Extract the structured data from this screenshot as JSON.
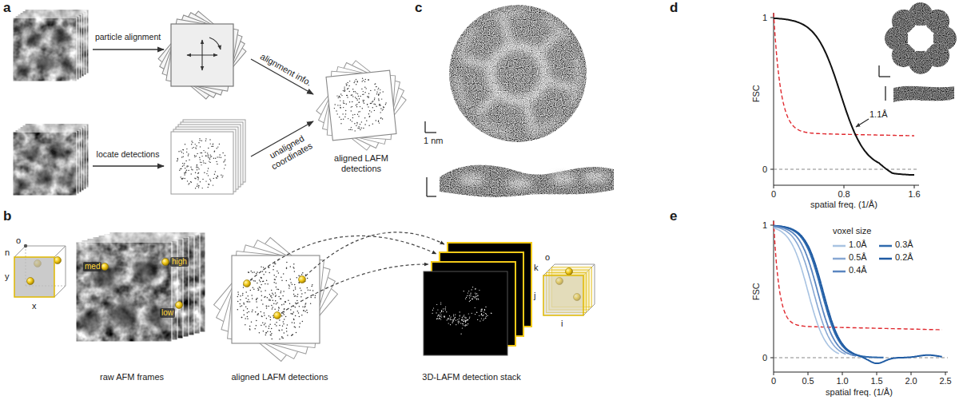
{
  "diagram": {
    "labels": [
      "a",
      "particle alignment",
      "alignment info.",
      "unaligned coordinates",
      "locate detections",
      "aligned LAFM detections",
      "b",
      "o",
      "n",
      "y",
      "x",
      "med",
      "high",
      "low",
      "raw AFM frames",
      "aligned LAFM detections",
      "3D-LAFM detection stack",
      "o",
      "k",
      "j",
      "i",
      "c",
      "1 nm",
      "d",
      "1",
      "FSC",
      "0",
      "0",
      "0.8",
      "1.6",
      "spatial freq. (1/Å)",
      "1.1Å",
      "e",
      "1",
      "FSC",
      "0",
      "0",
      "0.5",
      "1.0",
      "1.5",
      "2.0",
      "2.5",
      "spatial freq. (1/Å)",
      "voxel size"
    ],
    "legend": [
      {
        "text": "1.0Å"
      },
      {
        "text": "0.3Å"
      },
      {
        "text": "0.5Å"
      },
      {
        "text": "0.2Å"
      },
      {
        "text": "0.4Å"
      }
    ]
  }
}
